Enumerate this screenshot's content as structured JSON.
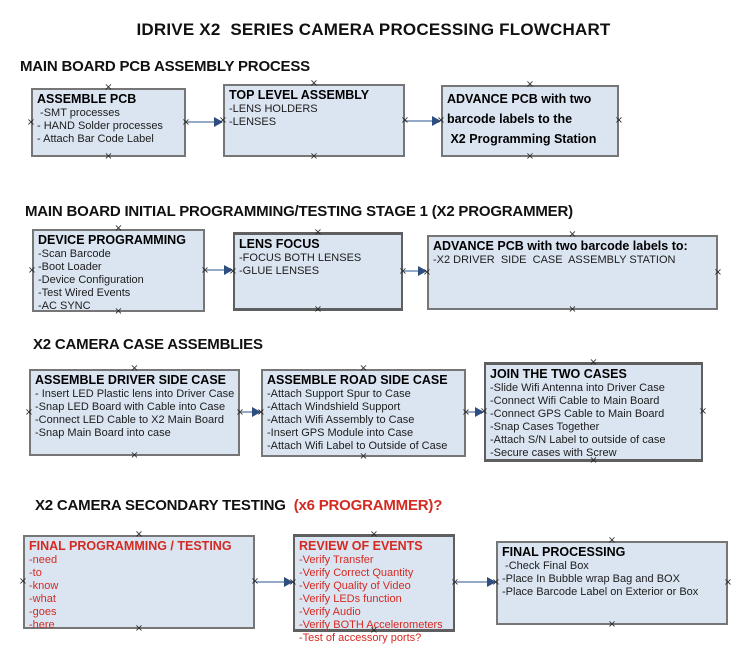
{
  "title": "IDRIVE X2  SERIES CAMERA PROCESSING FLOWCHART",
  "colors": {
    "box_fill": "#dbe5f1",
    "box_border": "#767676",
    "arrow_line": "#93a9c7",
    "arrow_head": "#2e4d80",
    "red": "#d42a22"
  },
  "sections": [
    {
      "heading": "MAIN BOARD PCB ASSEMBLY PROCESS",
      "heading_red": "",
      "boxes": [
        {
          "title": "ASSEMBLE PCB",
          "lines": [
            " -SMT processes",
            "- HAND Solder processes",
            "- Attach Bar Code Label"
          ]
        },
        {
          "title": "TOP LEVEL ASSEMBLY",
          "lines": [
            "-LENS HOLDERS",
            "-LENSES"
          ]
        },
        {
          "title": "ADVANCE PCB with two",
          "lines": [
            "barcode labels to the",
            " X2 Programming Station"
          ]
        }
      ]
    },
    {
      "heading": "MAIN BOARD INITIAL PROGRAMMING/TESTING STAGE 1 (X2 PROGRAMMER)",
      "heading_red": "",
      "boxes": [
        {
          "title": "DEVICE PROGRAMMING",
          "lines": [
            "-Scan Barcode",
            "-Boot Loader",
            "-Device Configuration",
            "-Test Wired Events",
            "-AC SYNC"
          ]
        },
        {
          "title": "LENS FOCUS",
          "lines": [
            "-FOCUS BOTH LENSES",
            "-GLUE LENSES"
          ]
        },
        {
          "title": "ADVANCE PCB with two barcode labels to:",
          "lines": [
            "-X2 DRIVER  SIDE  CASE  ASSEMBLY STATION"
          ]
        }
      ]
    },
    {
      "heading": "X2 CAMERA CASE ASSEMBLIES",
      "heading_red": "",
      "boxes": [
        {
          "title": "ASSEMBLE DRIVER SIDE CASE",
          "lines": [
            "- Insert LED Plastic lens into Driver Case",
            "-Snap LED Board with Cable into Case",
            "-Connect LED Cable to X2 Main Board",
            "-Snap Main Board into case"
          ]
        },
        {
          "title": "ASSEMBLE ROAD SIDE CASE",
          "lines": [
            "-Attach Support Spur to Case",
            "-Attach Windshield Support",
            "-Attach Wifi Assembly to Case",
            "-Insert GPS Module into Case",
            "-Attach Wifi Label to Outside of Case"
          ]
        },
        {
          "title": "JOIN THE TWO CASES",
          "lines": [
            "-Slide Wifi Antenna into Driver Case",
            "-Connect Wifi Cable to Main Board",
            "-Connect GPS Cable to Main Board",
            "-Snap Cases Together",
            "-Attach S/N Label to outside of case",
            "-Secure cases with Screw"
          ]
        }
      ]
    },
    {
      "heading": "X2 CAMERA SECONDARY TESTING  ",
      "heading_red": "(x6 PROGRAMMER)?",
      "boxes": [
        {
          "title": "FINAL PROGRAMMING / TESTING",
          "lines": [
            "-need",
            "-to",
            "-know",
            "-what",
            "-goes",
            "-here"
          ]
        },
        {
          "title": "REVIEW OF EVENTS",
          "lines": [
            "-Verify Transfer",
            "-Verify Correct Quantity",
            "-Verify Quality of Video",
            "-Verify LEDs function",
            "-Verify Audio",
            "-Verify BOTH Accelerometers",
            "-Test of accessory ports?"
          ]
        },
        {
          "title": "FINAL PROCESSING",
          "lines": [
            " -Check Final Box",
            "-Place In Bubble wrap Bag and BOX",
            "-Place Barcode Label on Exterior or Box"
          ]
        }
      ]
    }
  ]
}
